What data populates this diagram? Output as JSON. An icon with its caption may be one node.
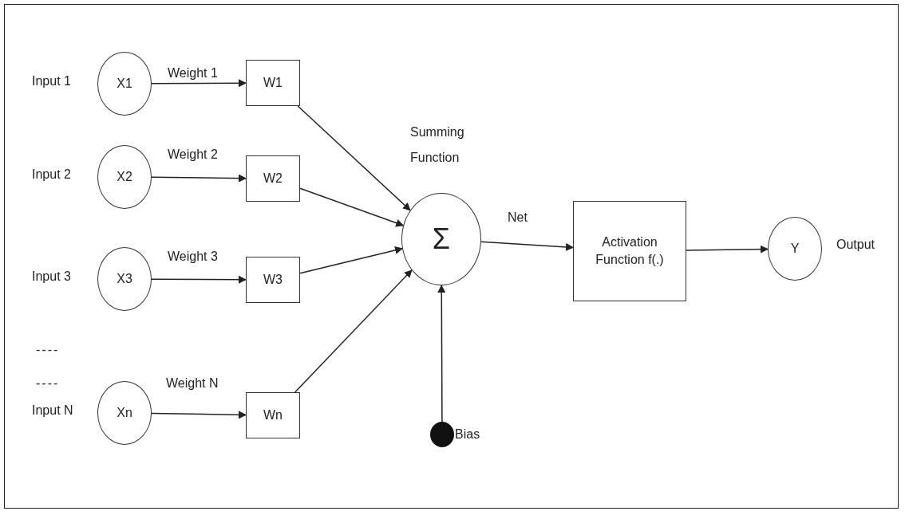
{
  "diagram": {
    "nodes": [
      {
        "text": [
          "X1"
        ],
        "beside": [
          "Input 1"
        ]
      },
      {
        "text": [
          "W1"
        ]
      },
      {
        "text": [
          "X2"
        ],
        "beside": [
          "Input 2"
        ]
      },
      {
        "text": [
          "W2"
        ]
      },
      {
        "text": [
          "X3"
        ],
        "beside": [
          "Input 3"
        ]
      },
      {
        "text": [
          "W3"
        ]
      },
      {
        "text": [
          "Xn"
        ],
        "beside": [
          "Input N"
        ]
      },
      {
        "text": [
          "Wn"
        ]
      },
      {
        "text": [
          "Σ"
        ],
        "beside": [
          "Summing Function"
        ]
      },
      {
        "text": [
          "Activation Function f(.)"
        ]
      },
      {
        "text": [
          "Y"
        ],
        "beside": [
          "Output"
        ]
      },
      {
        "text": [],
        "shape": "circle",
        "beside": [
          "Bias"
        ]
      }
    ],
    "edges": [
      {
        "from": 0,
        "to": 1,
        "arrow": "to",
        "label": "Weight 1"
      },
      {
        "from": 2,
        "to": 3,
        "arrow": "to",
        "label": "Weight 2"
      },
      {
        "from": 4,
        "to": 5,
        "arrow": "to",
        "label": "Weight 3"
      },
      {
        "from": 6,
        "to": 7,
        "arrow": "to",
        "label": "Weight N"
      },
      {
        "from": 1,
        "to": 8,
        "arrow": "to"
      },
      {
        "from": 3,
        "to": 8,
        "arrow": "to"
      },
      {
        "from": 5,
        "to": 8,
        "arrow": "to"
      },
      {
        "from": 7,
        "to": 8,
        "arrow": "to"
      },
      {
        "from": 8,
        "to": 9,
        "arrow": "to",
        "label": "Net"
      },
      {
        "from": 9,
        "to": 10,
        "arrow": "to"
      },
      {
        "from": 11,
        "to": 8,
        "arrow": "to"
      }
    ],
    "labels": [
      "----",
      "----"
    ]
  }
}
